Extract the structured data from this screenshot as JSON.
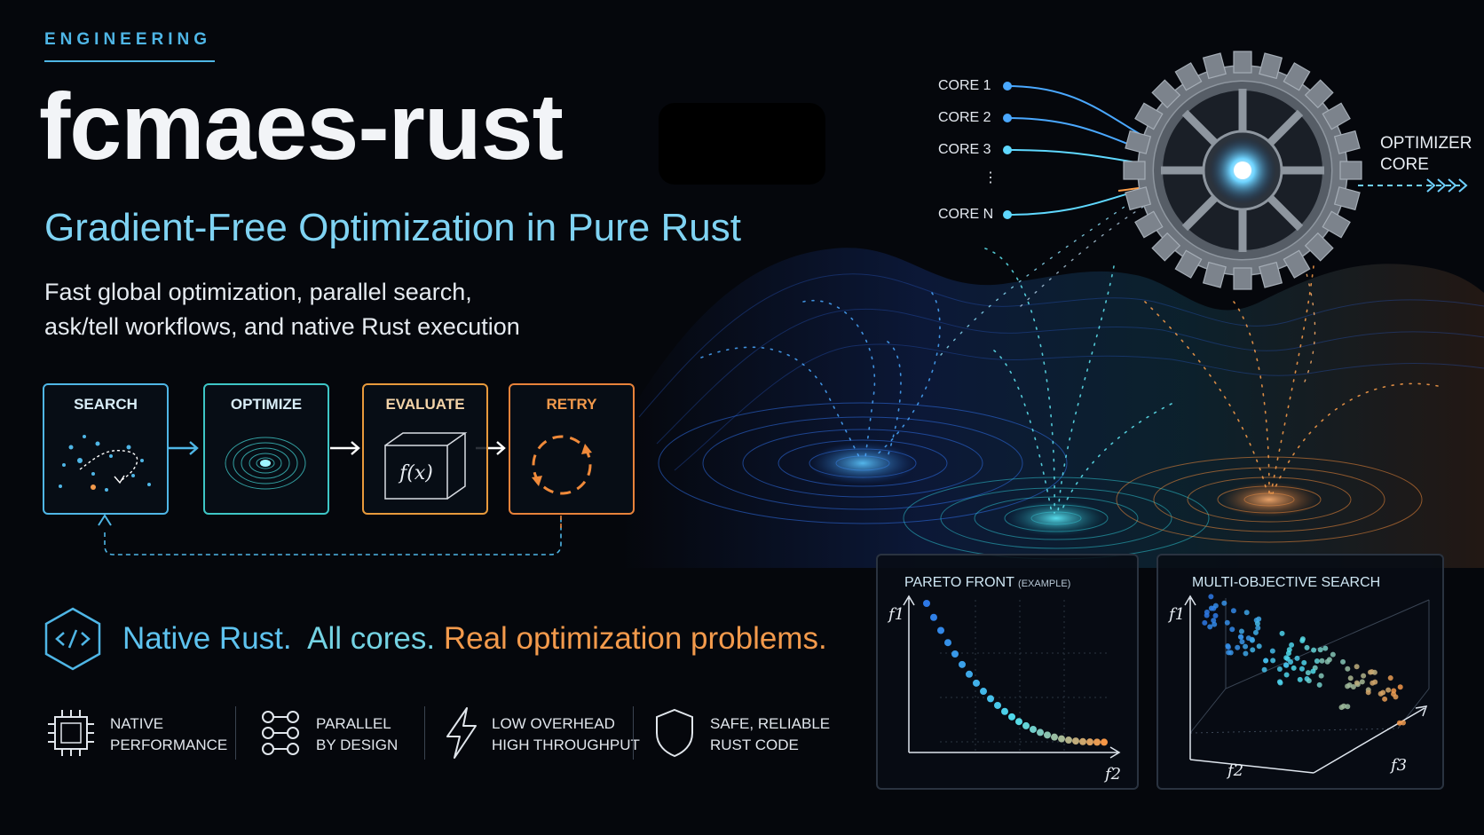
{
  "eyebrow": "ENGINEERING",
  "title": "fcmaes-rust",
  "subtitle": "Gradient-Free Optimization in Pure Rust",
  "description": [
    "Fast global optimization, parallel search,",
    "ask/tell workflows, and native Rust execution"
  ],
  "pipeline": {
    "steps": [
      {
        "label": "SEARCH",
        "color": "#4fb6e6",
        "icon": "scatter-search-icon"
      },
      {
        "label": "OPTIMIZE",
        "color": "#3ec6c6",
        "icon": "contour-target-icon"
      },
      {
        "label": "EVALUATE",
        "color": "#e89a3c",
        "icon": "function-cube-icon",
        "icon_text": "f(x)"
      },
      {
        "label": "RETRY",
        "color": "#e8823a",
        "icon": "retry-cycle-icon"
      }
    ]
  },
  "tagline": {
    "part1": "Native Rust.",
    "part2": "All cores.",
    "part3": "Real optimization problems."
  },
  "features": [
    {
      "icon": "chip-icon",
      "line1": "NATIVE",
      "line2": "PERFORMANCE"
    },
    {
      "icon": "parallel-nodes-icon",
      "line1": "PARALLEL",
      "line2": "BY DESIGN"
    },
    {
      "icon": "lightning-icon",
      "line1": "LOW OVERHEAD",
      "line2": "HIGH THROUGHPUT"
    },
    {
      "icon": "shield-icon",
      "line1": "SAFE, RELIABLE",
      "line2": "RUST CODE"
    }
  ],
  "cores": [
    "CORE 1",
    "CORE 2",
    "CORE 3",
    "⋮",
    "CORE N"
  ],
  "optimizer_label": [
    "OPTIMIZER",
    "CORE"
  ],
  "pareto_panel": {
    "title": "PARETO FRONT",
    "title_small": "(EXAMPLE)",
    "y_axis": "f1",
    "x_axis": "f2"
  },
  "multi_panel": {
    "title": "MULTI-OBJECTIVE SEARCH",
    "y_axis": "f1",
    "x_axis": "f2",
    "z_axis": "f3"
  },
  "colors": {
    "blue": "#4fb6e6",
    "cyan": "#3ec6c6",
    "orange": "#f39a4c",
    "background": "#05070c"
  }
}
